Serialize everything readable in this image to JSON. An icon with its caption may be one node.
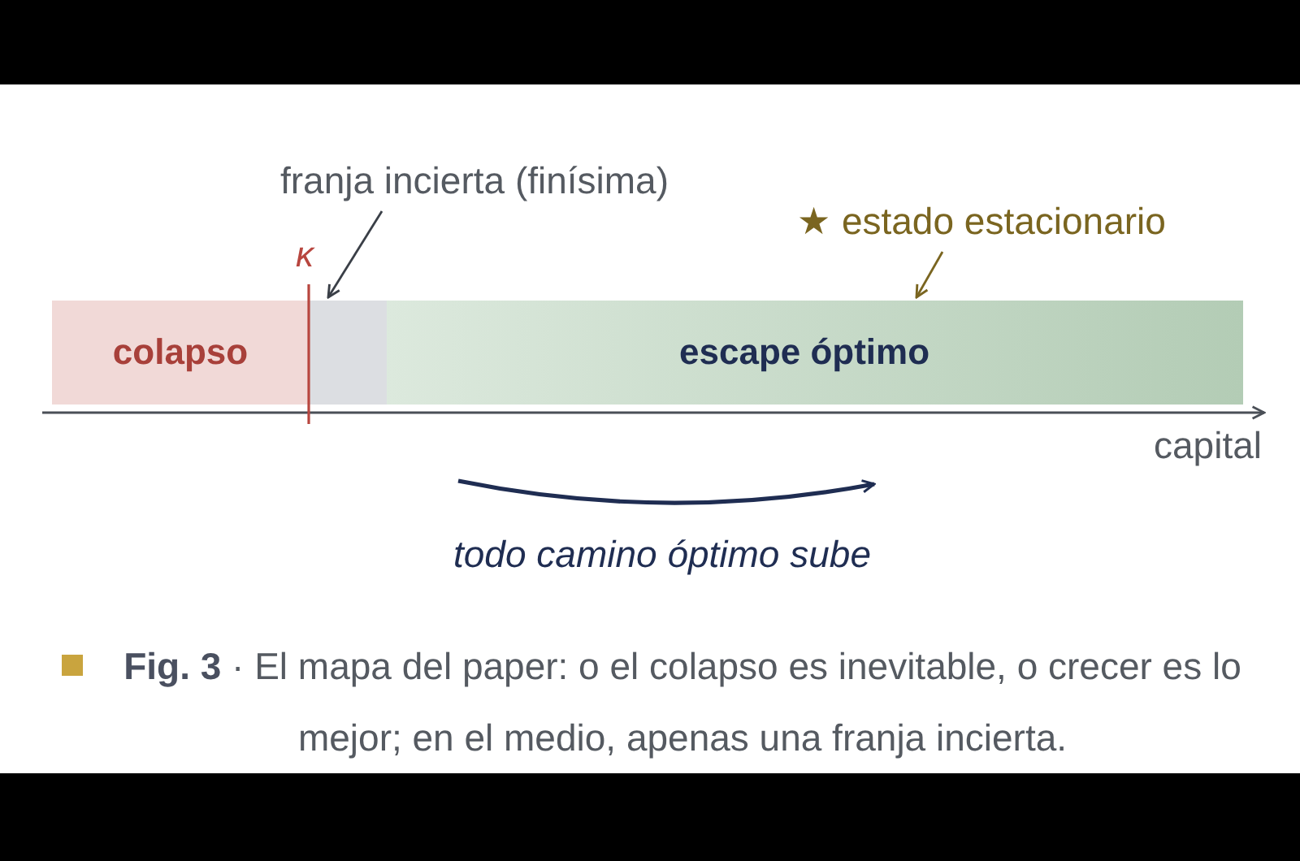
{
  "diagram": {
    "caption": "**Fig. 3** · El mapa del paper: o el colapso es inevitable, o crecer es lo mejor; en el medio, apenas una franja incierta.",
    "nodes": [
      {
        "text": [
          "colapso"
        ]
      },
      {
        "text": [],
        "shape": "bar"
      },
      {
        "text": [
          "escape óptimo"
        ]
      },
      {
        "text": [
          "franja incierta (finísima)"
        ]
      },
      {
        "text": [
          "★ estado estacionario"
        ]
      }
    ],
    "edges": [
      {
        "from": 3,
        "to": 1,
        "arrow": "to"
      },
      {
        "from": 4,
        "to": 2,
        "arrow": "to",
        "color": "#7a6520"
      }
    ],
    "labels": [
      "κ",
      "capital",
      "todo camino óptimo sube"
    ]
  }
}
